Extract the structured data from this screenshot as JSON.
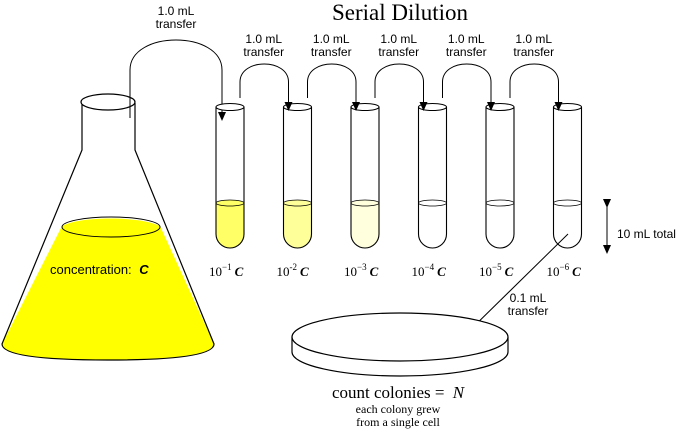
{
  "title": "Serial Dilution",
  "flask": {
    "label": "concentration:",
    "symbol": "C",
    "liquid_color": "#ffff00"
  },
  "transfers": {
    "flask_to_tube": {
      "amount": "1.0 mL",
      "word": "transfer"
    },
    "tube_to_tube": [
      {
        "amount": "1.0 mL",
        "word": "transfer"
      },
      {
        "amount": "1.0 mL",
        "word": "transfer"
      },
      {
        "amount": "1.0 mL",
        "word": "transfer"
      },
      {
        "amount": "1.0 mL",
        "word": "transfer"
      },
      {
        "amount": "1.0 mL",
        "word": "transfer"
      }
    ],
    "to_plate": {
      "amount": "0.1 mL",
      "word": "transfer"
    }
  },
  "tubes": [
    {
      "base": "10",
      "exponent": "−1",
      "symbol": "C",
      "fill": "#ffff66"
    },
    {
      "base": "10",
      "exponent": "-2",
      "symbol": "C",
      "fill": "#ffff99"
    },
    {
      "base": "10",
      "exponent": "−3",
      "symbol": "C",
      "fill": "#ffffdd"
    },
    {
      "base": "10",
      "exponent": "−4",
      "symbol": "C",
      "fill": "#ffffff"
    },
    {
      "base": "10",
      "exponent": "−5",
      "symbol": "C",
      "fill": "#ffffff"
    },
    {
      "base": "10",
      "exponent": "−6",
      "symbol": "C",
      "fill": "#ffffff"
    }
  ],
  "volume_label": "10 mL total",
  "plate": {
    "main_label": "count colonies =",
    "symbol": "N",
    "note_line1": "each colony grew",
    "note_line2": "from a single cell"
  }
}
